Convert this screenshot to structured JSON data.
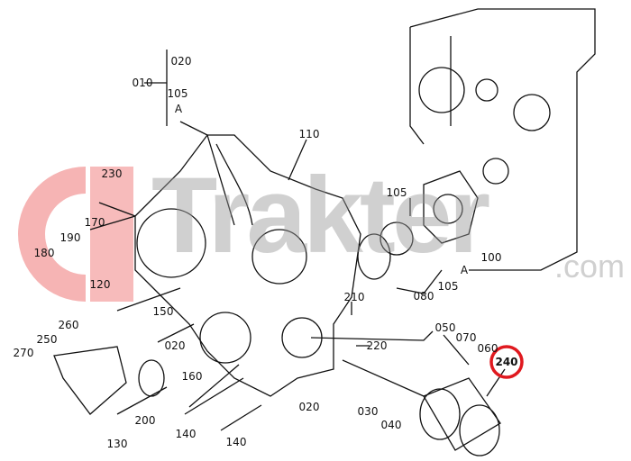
{
  "watermark": {
    "text": "Trakter",
    "suffix": ".com",
    "color": "#f4a6a6"
  },
  "highlight": {
    "part": "240",
    "color": "#e0191f"
  },
  "labels": {
    "p010": "010",
    "p020a": "020",
    "p105a": "105",
    "pAa": "A",
    "p110": "110",
    "p230": "230",
    "p170": "170",
    "p190": "190",
    "p180": "180",
    "p120": "120",
    "p150": "150",
    "p260": "260",
    "p250": "250",
    "p020b": "020",
    "p270": "270",
    "p160": "160",
    "p200": "200",
    "p130": "130",
    "p140a": "140",
    "p140b": "140",
    "p020c": "020",
    "p105b": "105",
    "p100": "100",
    "pAb": "A",
    "p105c": "105",
    "p080": "080",
    "p210": "210",
    "p220": "220",
    "p050": "050",
    "p070": "070",
    "p060": "060",
    "p240": "240",
    "p030": "030",
    "p040": "040"
  }
}
